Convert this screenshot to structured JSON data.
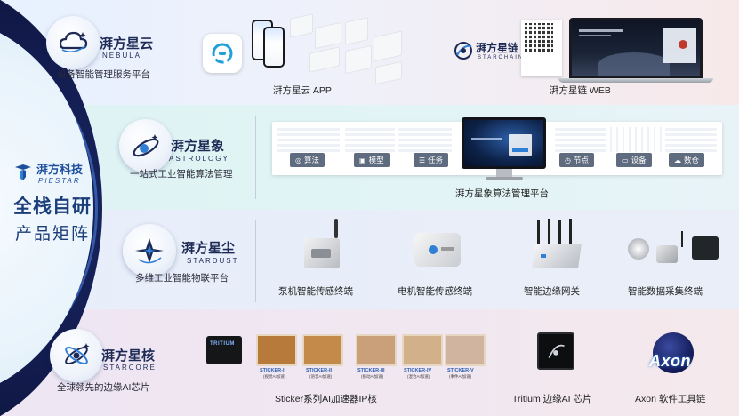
{
  "brand": {
    "name_cn": "湃方科技",
    "name_en": "PIESTAR",
    "title": "全栈自研",
    "subtitle": "产品矩阵"
  },
  "rows": [
    {
      "product_cn": "湃方星云",
      "product_en": "NEBULA",
      "description": "设备智能管理服务平台",
      "captions": [
        "湃方星云 APP",
        "湃方星链 WEB"
      ],
      "starchain_cn": "湃方星链",
      "starchain_en": "STARCHAIN"
    },
    {
      "product_cn": "湃方星象",
      "product_en": "ASTROLOGY",
      "description": "一站式工业智能算法管理",
      "caption": "湃方星象算法管理平台",
      "chips": [
        "算法",
        "模型",
        "任务",
        "节点",
        "设备",
        "数仓"
      ]
    },
    {
      "product_cn": "湃方星尘",
      "product_en": "STARDUST",
      "description": "多维工业智能物联平台",
      "captions": [
        "泵机智能传感终端",
        "电机智能传感终端",
        "智能边缘网关",
        "智能数据采集终端"
      ]
    },
    {
      "product_cn": "湃方星核",
      "product_en": "STARCORE",
      "description": "全球领先的边缘AI芯片",
      "captions": [
        "Sticker系列AI加速器IP核",
        "Tritium 边缘AI 芯片",
        "Axon 软件工具链"
      ],
      "chip_mark": "TRITIUM",
      "axon_logo": "Axon",
      "stickers": [
        {
          "label": "STICKER-I",
          "sub": "(视觉AI加速)"
        },
        {
          "label": "STICKER-II",
          "sub": "(语音AI加速)"
        },
        {
          "label": "STICKER-III",
          "sub": "(振动AI加速)"
        },
        {
          "label": "STICKER-IV",
          "sub": "(混合AI加速)"
        },
        {
          "label": "STICKER-V",
          "sub": "(事件AI加速)"
        }
      ]
    }
  ],
  "colors": {
    "brand_blue": "#1d4f9c",
    "navy": "#111a4a",
    "chip_gray": "#5f6b7e"
  },
  "icons": [
    "nebula-cloud-icon",
    "astrology-orbit-icon",
    "stardust-star-icon",
    "starcore-atom-icon",
    "app-logo-icon"
  ]
}
